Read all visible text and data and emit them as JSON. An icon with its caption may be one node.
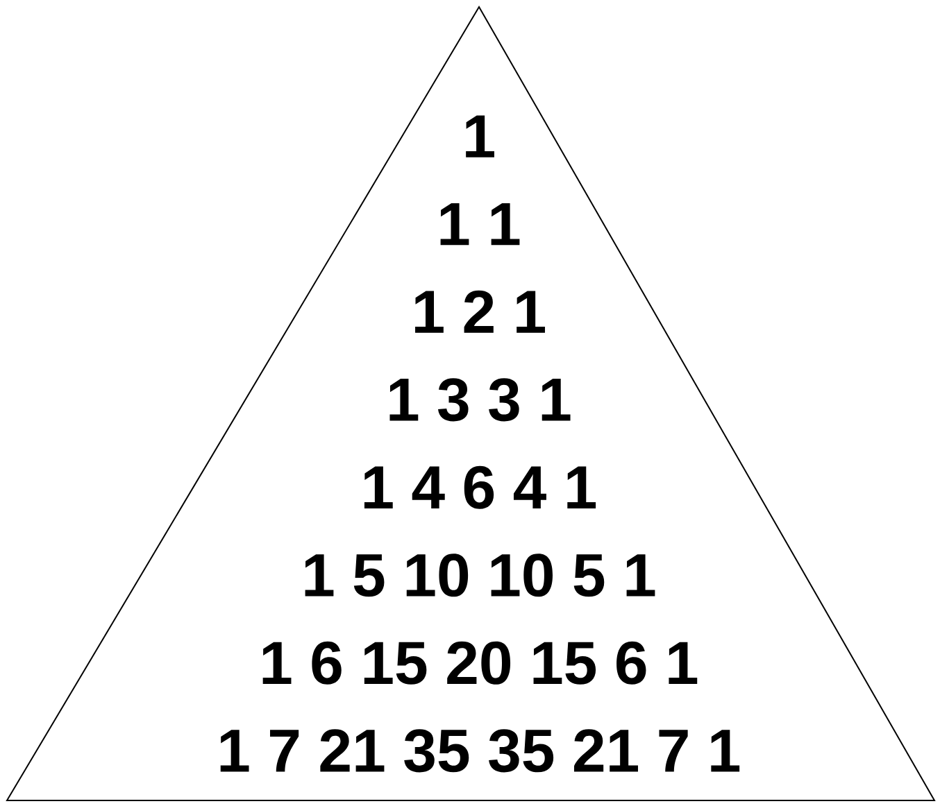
{
  "diagram": {
    "nodes": [
      {
        "text": [
          "1",
          "1  1",
          "1  2  1",
          "1  3  3 1",
          "1  4  6  4 1",
          "1 5 10 10 5 1",
          "1 6 15 20 15 6 1",
          "1 7 21 35 35 21 7 1"
        ]
      }
    ]
  }
}
